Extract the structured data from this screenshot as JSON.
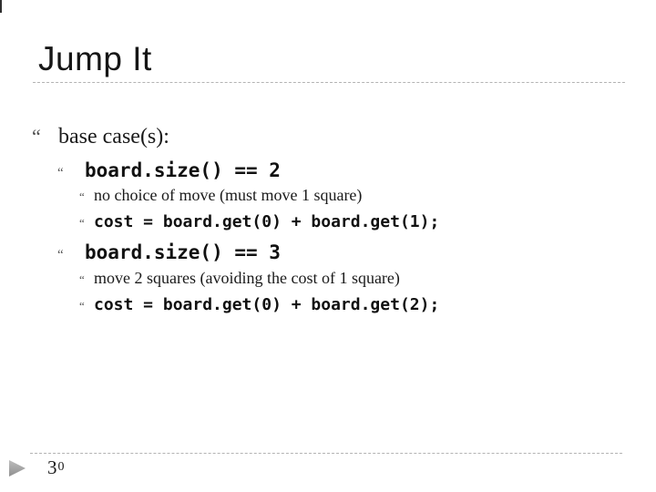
{
  "slide": {
    "title": "Jump It",
    "bullet_glyph": "“",
    "content": [
      {
        "level": 1,
        "style": "serif",
        "text": "base case(s):"
      },
      {
        "level": 2,
        "style": "code",
        "text": "board.size() == 2"
      },
      {
        "level": 3,
        "style": "serif",
        "text": "no choice of move (must move 1 square)"
      },
      {
        "level": 3,
        "style": "code",
        "text": "cost = board.get(0) + board.get(1);"
      },
      {
        "level": 2,
        "style": "code",
        "text": "board.size() == 3"
      },
      {
        "level": 3,
        "style": "serif",
        "text": "move 2 squares (avoiding the cost of 1 square)"
      },
      {
        "level": 3,
        "style": "code",
        "text": "cost = board.get(0) + board.get(2);"
      }
    ],
    "page_number": "30",
    "page_digits": [
      "3",
      "0"
    ],
    "colors": {
      "text": "#1a1a1a",
      "bullet": "#4f4f4f",
      "divider": "#b3b3b3",
      "page_arrow": "#a0a0a0"
    }
  }
}
